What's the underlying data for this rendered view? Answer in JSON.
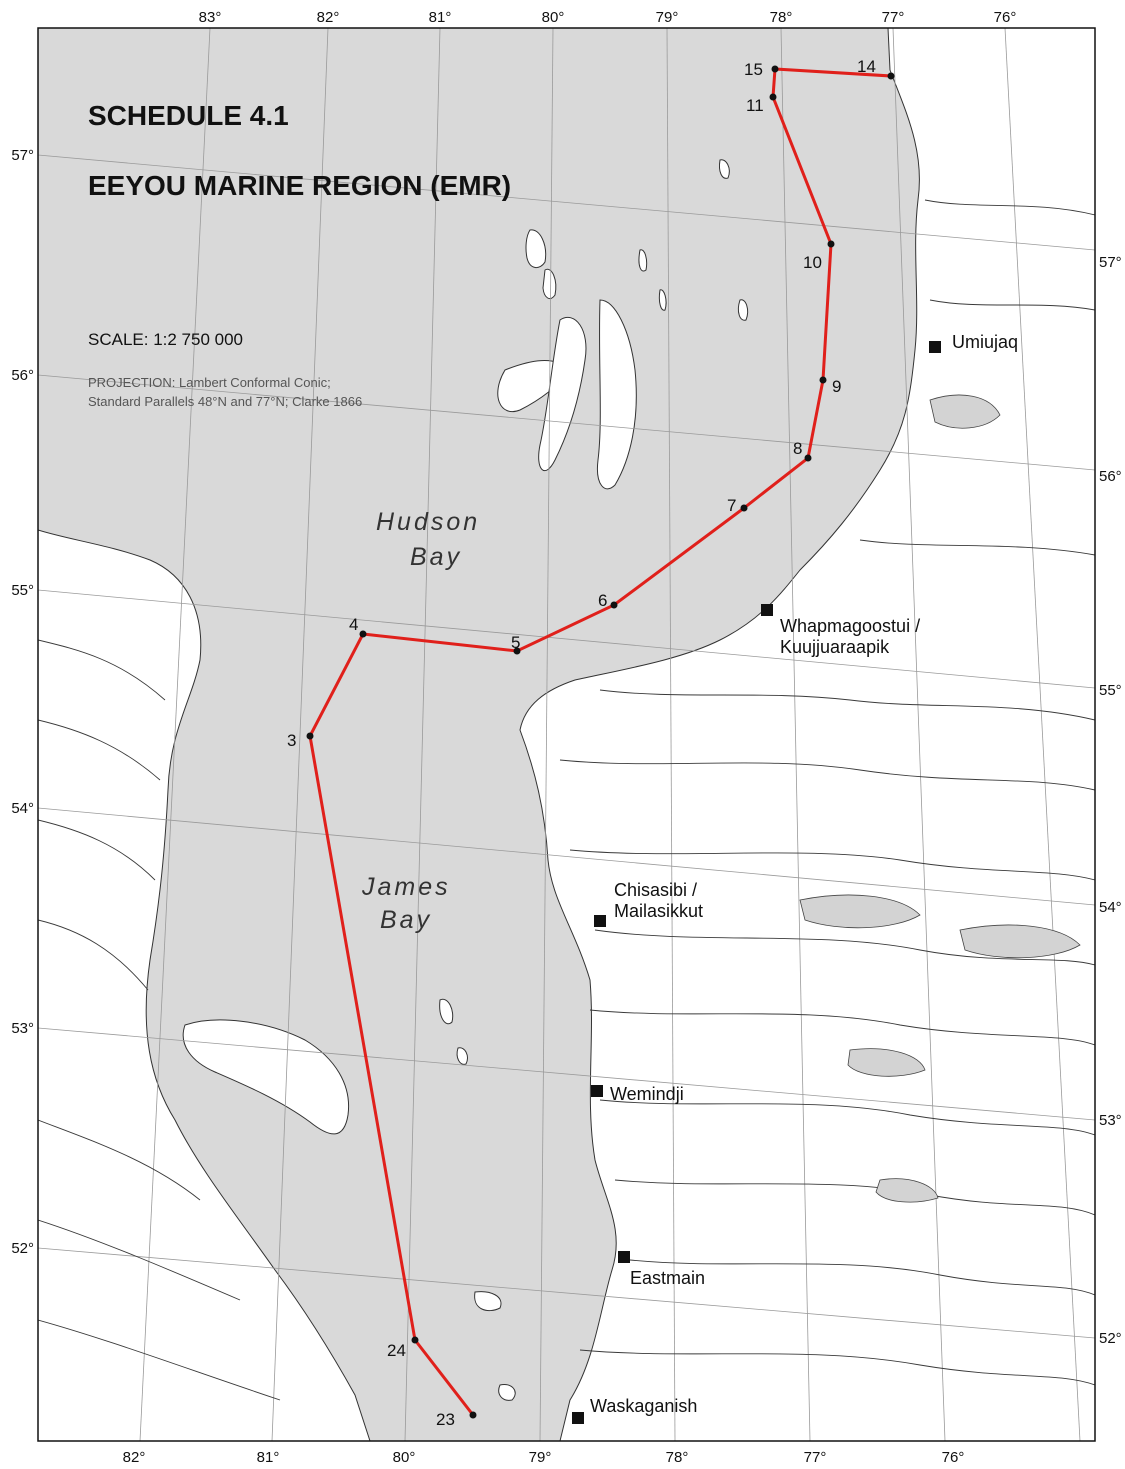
{
  "title": "SCHEDULE 4.1",
  "subtitle": "EEYOU MARINE REGION (EMR)",
  "scale": "SCALE: 1:2 750 000",
  "projection": [
    "PROJECTION: Lambert Conformal Conic;",
    "Standard Parallels 48°N and 77°N; Clarke 1866"
  ],
  "water_bodies": [
    "Hudson",
    "Bay",
    "James",
    "Bay"
  ],
  "top_ticks": [
    "83°",
    "82°",
    "81°",
    "80°",
    "79°",
    "78°",
    "77°",
    "76°"
  ],
  "bottom_ticks": [
    "82°",
    "81°",
    "80°",
    "79°",
    "78°",
    "77°",
    "76°"
  ],
  "left_ticks": [
    "57°",
    "56°",
    "55°",
    "54°",
    "53°",
    "52°"
  ],
  "right_ticks": [
    "57°",
    "56°",
    "55°",
    "54°",
    "53°",
    "52°"
  ],
  "boundary_points": [
    "15",
    "14",
    "11",
    "10",
    "9",
    "8",
    "7",
    "6",
    "5",
    "4",
    "3",
    "24",
    "23"
  ],
  "communities": [
    {
      "name": "Umiujaq"
    },
    {
      "name": "Whapmagoostui /",
      "name2": "Kuujjuaraapik"
    },
    {
      "name": "Chisasibi /",
      "name2": "Mailasikkut"
    },
    {
      "name": "Wemindji"
    },
    {
      "name": "Eastmain"
    },
    {
      "name": "Waskaganish"
    }
  ],
  "colors": {
    "sea": "#d9d9d9",
    "land": "#ffffff",
    "boundary": "#e0201b",
    "grid": "#9a9a9a",
    "lake": "#d3d3d3"
  }
}
